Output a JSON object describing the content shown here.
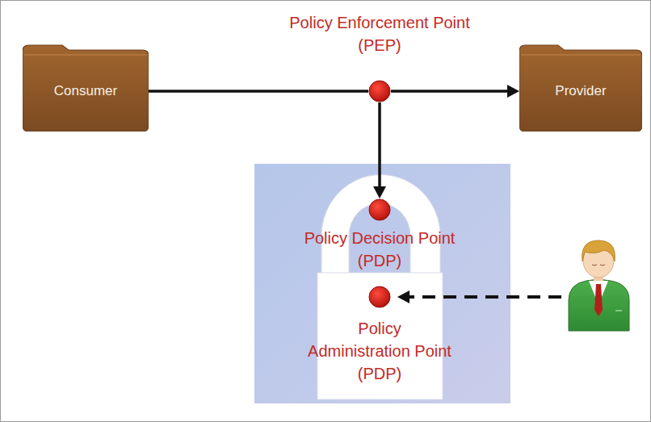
{
  "diagram": {
    "nodes": [
      {
        "text": [
          "Policy Enforcement Point (PEP)"
        ]
      },
      {
        "text": [
          "Consumer"
        ]
      },
      {
        "text": [
          "Provider"
        ]
      },
      {
        "text": [
          "Policy Decision Point (PDP)"
        ]
      },
      {
        "text": [
          "Policy Administration Point (PDP)"
        ]
      }
    ],
    "edges": [
      {
        "from": 1,
        "to": 0,
        "arrow": "none"
      },
      {
        "from": 0,
        "to": 2,
        "arrow": "to"
      },
      {
        "from": 0,
        "to": 3,
        "arrow": "to"
      }
    ]
  }
}
